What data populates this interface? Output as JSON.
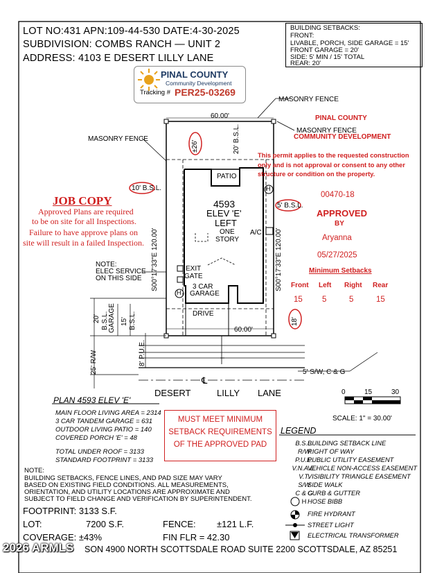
{
  "header": {
    "line1": "LOT NO:431  APN:109-44-530  DATE:4-30-2025",
    "line2": "SUBDIVISION: COMBS RANCH — UNIT 2",
    "line3": "ADDRESS: 4103 E DESERT LILLY LANE"
  },
  "setbacks_box": {
    "title": "BUILDING SETBACKS:",
    "front": "FRONT:",
    "livable": "LIVABLE, PORCH, SIDE GARAGE = 15'",
    "front_garage": "FRONT GARAGE = 20'",
    "side": "SIDE: 5' MIN / 15' TOTAL",
    "rear": "REAR: 20'"
  },
  "stamp": {
    "county": "PINAL COUNTY",
    "dept": "Community Development",
    "tracking_label": "Tracking #",
    "tracking_no": "PER25-03269"
  },
  "plan": {
    "masonry_fence_top": "MASONRY FENCE",
    "masonry_fence_left": "MASONRY FENCE",
    "masonry_fence_right": "MASONRY FENCE",
    "dim_top": "60.00'",
    "dim_bottom": "60.00'",
    "dim_left": "S00°17'33\"E 120.00'",
    "dim_right": "S00°17'33\"E 120.00'",
    "rear_offset": "±26'",
    "rear_bsl": "20' B.S.L.",
    "left_bsl": "10' B.S.L.",
    "right_bsl": "5' B.S.L.",
    "front_offset": "18'",
    "house_number": "4593",
    "elev": "ELEV 'E'",
    "hand": "LEFT",
    "stories_1": "ONE",
    "stories_2": "STORY",
    "patio": "PATIO",
    "ac": "A/C",
    "exit_gate_1": "EXIT",
    "exit_gate_2": "GATE",
    "garage_1": "3 CAR",
    "garage_2": "GARAGE",
    "drive": "DRIVE",
    "hose_bibb": "H",
    "note_1": "NOTE:",
    "note_2": "ELEC SERVICE",
    "note_3": "ON THIS SIDE",
    "bsl_garage_1": "20'",
    "bsl_garage_2": "B.S.L.",
    "bsl_garage_3": "GARAGE",
    "bsl_15_1": "15'",
    "bsl_15_2": "B.S.L.",
    "pue": "8' P.U.E.",
    "rw": "25' R/W",
    "sw": "5' S/W, C & G",
    "street_1": "DESERT",
    "street_2": "LILLY",
    "street_3": "LANE",
    "centerline": "℄"
  },
  "job_copy": {
    "title": "JOB COPY",
    "l1": "Approved Plans are required",
    "l2": "to be on site for all Inspections.",
    "l3": "Failure to have approve plans on",
    "l4": "site will result in a failed Inspection."
  },
  "approval": {
    "county": "PINAL COUNTY",
    "dept": "COMMUNITY DEVELOPMENT",
    "disclaimer_1": "This permit applies to the requested construction",
    "disclaimer_2": "only and is not approval or consent to any other",
    "disclaimer_3": "structure or condition on the property.",
    "code": "00470-18",
    "status": "APPROVED",
    "by": "BY",
    "approver": "Aryanna",
    "date": "05/27/2025",
    "min_setbacks_title": "Minimum Setbacks",
    "setback_headers": [
      "Front",
      "Left",
      "Right",
      "Rear"
    ],
    "setback_values": [
      "15",
      "5",
      "5",
      "15"
    ]
  },
  "scale": {
    "t0": "0",
    "t15": "15",
    "t30": "30",
    "label": "SCALE: 1\" = 30.00'"
  },
  "plan_summary": {
    "title": "PLAN 4593 ELEV 'E'",
    "l1": "MAIN FLOOR LIVING AREA = 2314",
    "l2": "3 CAR TANDEM GARAGE = 631",
    "l3": "OUTDOOR LIVING PATIO = 140",
    "l4": "COVERED PORCH 'E' = 48",
    "l5": "TOTAL UNDER ROOF = 3133",
    "l6": "STANDARD FOOTPRINT = 3133"
  },
  "must_meet": {
    "l1": "MUST MEET MINIMUM",
    "l2": "SETBACK REQUIREMENTS",
    "l3": "OF THE APPROVED PAD"
  },
  "legend": {
    "title": "LEGEND",
    "rows": [
      {
        "abbr": "B.S.L.",
        "desc": "BUILDING SETBACK LINE"
      },
      {
        "abbr": "R/W",
        "desc": "RIGHT OF WAY"
      },
      {
        "abbr": "P.U.E.",
        "desc": "PUBLIC UTILITY EASEMENT"
      },
      {
        "abbr": "V.N.A.E.",
        "desc": "VEHICLE NON-ACCESS EASEMENT"
      },
      {
        "abbr": "V.T.",
        "desc": "VISIBILITY TRIANGLE EASEMENT"
      },
      {
        "abbr": "S/W",
        "desc": "SIDE WALK"
      },
      {
        "abbr": "C & G",
        "desc": "CURB & GUTTER"
      },
      {
        "abbr": "H",
        "desc": "HOSE BIBB"
      },
      {
        "abbr": "",
        "desc": "FIRE HYDRANT"
      },
      {
        "abbr": "",
        "desc": "STREET LIGHT"
      },
      {
        "abbr": "",
        "desc": "ELECTRICAL TRANSFORMER"
      }
    ]
  },
  "general_note": {
    "title": "NOTE:",
    "l1": "BUILDING SETBACKS, FENCE LINES, AND PAD SIZE MAY VARY",
    "l2": "BASED ON EXISTING FIELD CONDITIONS.  ALL MEASUREMENTS,",
    "l3": "ORIENTATION, AND UTILITY LOCATIONS ARE APPROXIMATE AND",
    "l4": "SUBJECT TO FIELD CHANGE AND VERIFICATION BY SUPERINTENDENT."
  },
  "footer": {
    "footprint": "FOOTPRINT: 3133 S.F.",
    "lot_label": "LOT:",
    "lot_value": "7200 S.F.",
    "fence_label": "FENCE:",
    "fence_value": "±121 L.F.",
    "coverage": "COVERAGE: ±43%",
    "fin_flr": "FIN FLR = 42.30",
    "address": "SON 4900 NORTH SCOTTSDALE ROAD SUITE 2200 SCOTTSDALE, AZ  85251",
    "watermark": "2026 ARMLS"
  },
  "colors": {
    "red": "#d02020",
    "stamp_red": "#c0392b",
    "sun": "#e8a21c"
  }
}
